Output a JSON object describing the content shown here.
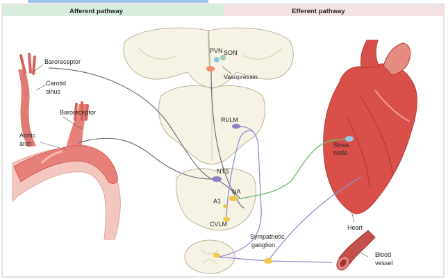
{
  "headers": {
    "afferent": "Afferent pathway",
    "efferent": "Efferent pathway"
  },
  "labels": {
    "baroreceptor_carotid": "Baroreceptor",
    "carotid_sinus_1": "Carotid",
    "carotid_sinus_2": "sinus",
    "baroreceptor_aortic": "Baroreceptor",
    "aortic_arch_1": "Aortic",
    "aortic_arch_2": "arch",
    "pvn": "PVN",
    "son": "SON",
    "vasopressin": "Vasopressin",
    "rvlm": "RVLM",
    "nts": "NTS",
    "na": "NA",
    "a1": "A1",
    "cvlm": "CVLM",
    "sympathetic_1": "Sympathetic",
    "sympathetic_2": "ganglion",
    "sinus_node_1": "Sinus",
    "sinus_node_2": "node",
    "heart": "Heart",
    "blood_vessel_1": "Blood",
    "blood_vessel_2": "vessel"
  },
  "colors": {
    "afferent_header": "#cfe8d8",
    "efferent_header": "#f2dede",
    "artery": "#e8807a",
    "artery_dark": "#c5504c",
    "brain_tissue": "#f6f2e4",
    "brain_outline": "#b9b39a",
    "nerve_gray": "#6f6f7f",
    "nerve_purple": "#8e8ed0",
    "nerve_green": "#6fbf6f",
    "nucleus_purple": "#8c7fc4",
    "nucleus_yellow": "#f2c84b",
    "heart_red": "#d9504a",
    "sinus_node_blue": "#9cc3e8"
  }
}
